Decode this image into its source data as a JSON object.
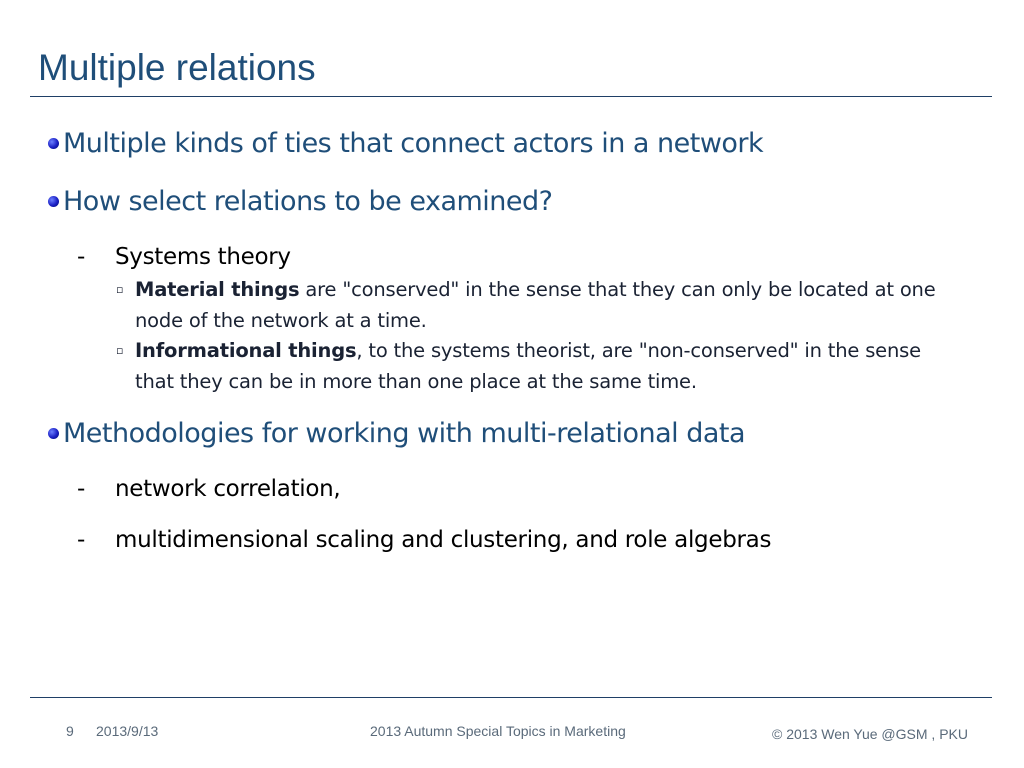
{
  "slide": {
    "title": "Multiple relations"
  },
  "bullets": {
    "b1": "Multiple kinds of ties that connect actors in a network",
    "b2": "How select relations to be examined?",
    "b2_sub1": "Systems theory",
    "b2_sub1_items": [
      {
        "bold": "Material things",
        "rest": " are \"conserved\" in the sense that they can only be located at one",
        "cont": "node of the network at a time."
      },
      {
        "bold": "Informational things",
        "rest": ", to the systems theorist, are \"non-conserved\" in the sense",
        "cont": "that they can be in more than one place at the same time."
      }
    ],
    "b3": "Methodologies for working with multi-relational data",
    "b3_sub1": "network correlation,",
    "b3_sub2": "multidimensional scaling and clustering, and role algebras"
  },
  "markers": {
    "dash": "-",
    "square": "▫"
  },
  "footer": {
    "page_number": "9",
    "date": "2013/9/13",
    "course": "2013 Autumn Special Topics in Marketing",
    "copyright": "© 2013 Wen Yue @GSM , PKU"
  },
  "colors": {
    "title": "#1f4e79",
    "rule": "#1f3f66",
    "level1_text": "#1f4e79",
    "bullet": "#1a1fc4"
  }
}
